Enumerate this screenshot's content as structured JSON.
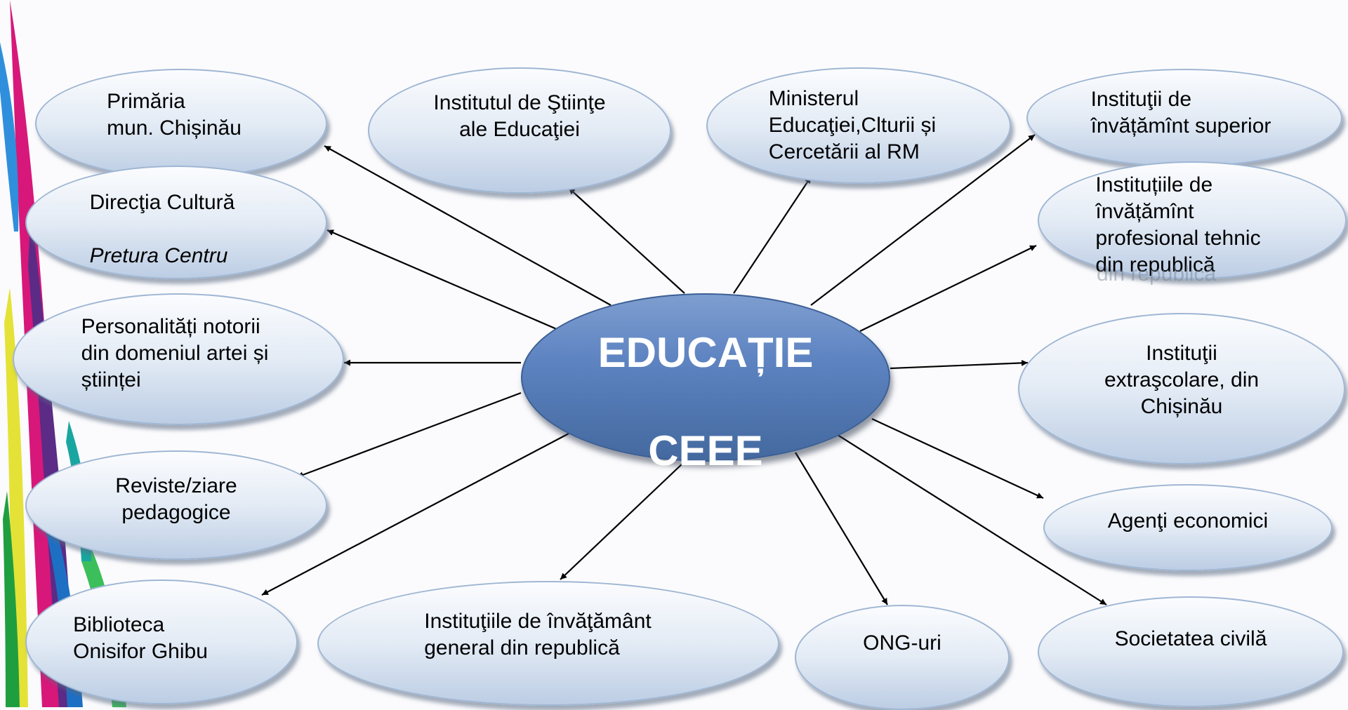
{
  "diagram": {
    "center": {
      "line1": "EDUCAȚIE",
      "line2": "CEEE"
    },
    "nodes": {
      "primaria": "Primăria\nmun. Chișinău",
      "institutul_stiinte": "Institutul de Ştiinţe\nale Educaţiei",
      "ministerul": "Ministerul\nEducaţiei,Clturii și\nCercetării  al RM",
      "institutii_superior": "Instituţii de\nînvățămînt superior",
      "directia_line1": "Direcţia Cultură",
      "directia_line2": "Pretura Centru",
      "profesional_tehnic": "Instituțiile de\nînvățămînt\nprofesional tehnic\ndin republică",
      "personalitati": "Personalități notorii\ndin domeniul artei și\nștiinței",
      "extrascolare": "Instituţii\nextraşcolare, din\nChișinău",
      "reviste": "Reviste/ziare\npedagogice",
      "agenti": "Agenţi economici",
      "biblioteca": "Biblioteca\nOnisifor Ghibu",
      "general": "Instituţiile de învăţământ\ngeneral din republică",
      "ong": "ONG-uri",
      "societatea": "Societatea civilă"
    },
    "ghost_text": "din republică"
  },
  "colors": {
    "center_fill": "#5d83c1",
    "node_border": "#9fb6d3",
    "arrow": "#000000",
    "deco_magenta": "#d8177a",
    "deco_blue": "#2f8fdc",
    "deco_yellow": "#e4e236",
    "deco_green": "#1f9e3f"
  }
}
